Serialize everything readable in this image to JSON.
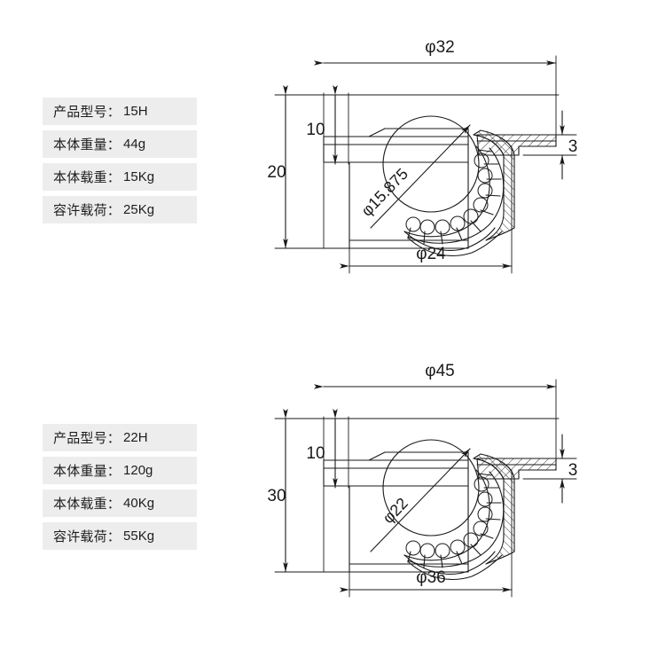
{
  "page": {
    "background": "#ffffff",
    "line_color": "#1a1a1a",
    "table_row_background": "#ededed",
    "text_color": "#1d1d1d"
  },
  "products": [
    {
      "id": "product-15h",
      "spec_table": {
        "rows": [
          {
            "label": "产品型号：",
            "value": "15H"
          },
          {
            "label": "本体重量：",
            "value": "44g"
          },
          {
            "label": "本体载重：",
            "value": "15Kg"
          },
          {
            "label": "容许载荷：",
            "value": "25Kg"
          }
        ]
      },
      "drawing": {
        "dim_outer_diameter": "φ32",
        "dim_body_diameter": "φ24",
        "dim_ball_diameter": "φ15.875",
        "dim_total_height": "20",
        "dim_upper_height": "10",
        "dim_flange_thickness": "3"
      }
    },
    {
      "id": "product-22h",
      "spec_table": {
        "rows": [
          {
            "label": "产品型号：",
            "value": "22H"
          },
          {
            "label": "本体重量：",
            "value": "120g"
          },
          {
            "label": "本体载重：",
            "value": "40Kg"
          },
          {
            "label": "容许载荷：",
            "value": "55Kg"
          }
        ]
      },
      "drawing": {
        "dim_outer_diameter": "φ45",
        "dim_body_diameter": "φ36",
        "dim_ball_diameter": "φ22",
        "dim_total_height": "30",
        "dim_upper_height": "10",
        "dim_flange_thickness": "3"
      }
    }
  ]
}
